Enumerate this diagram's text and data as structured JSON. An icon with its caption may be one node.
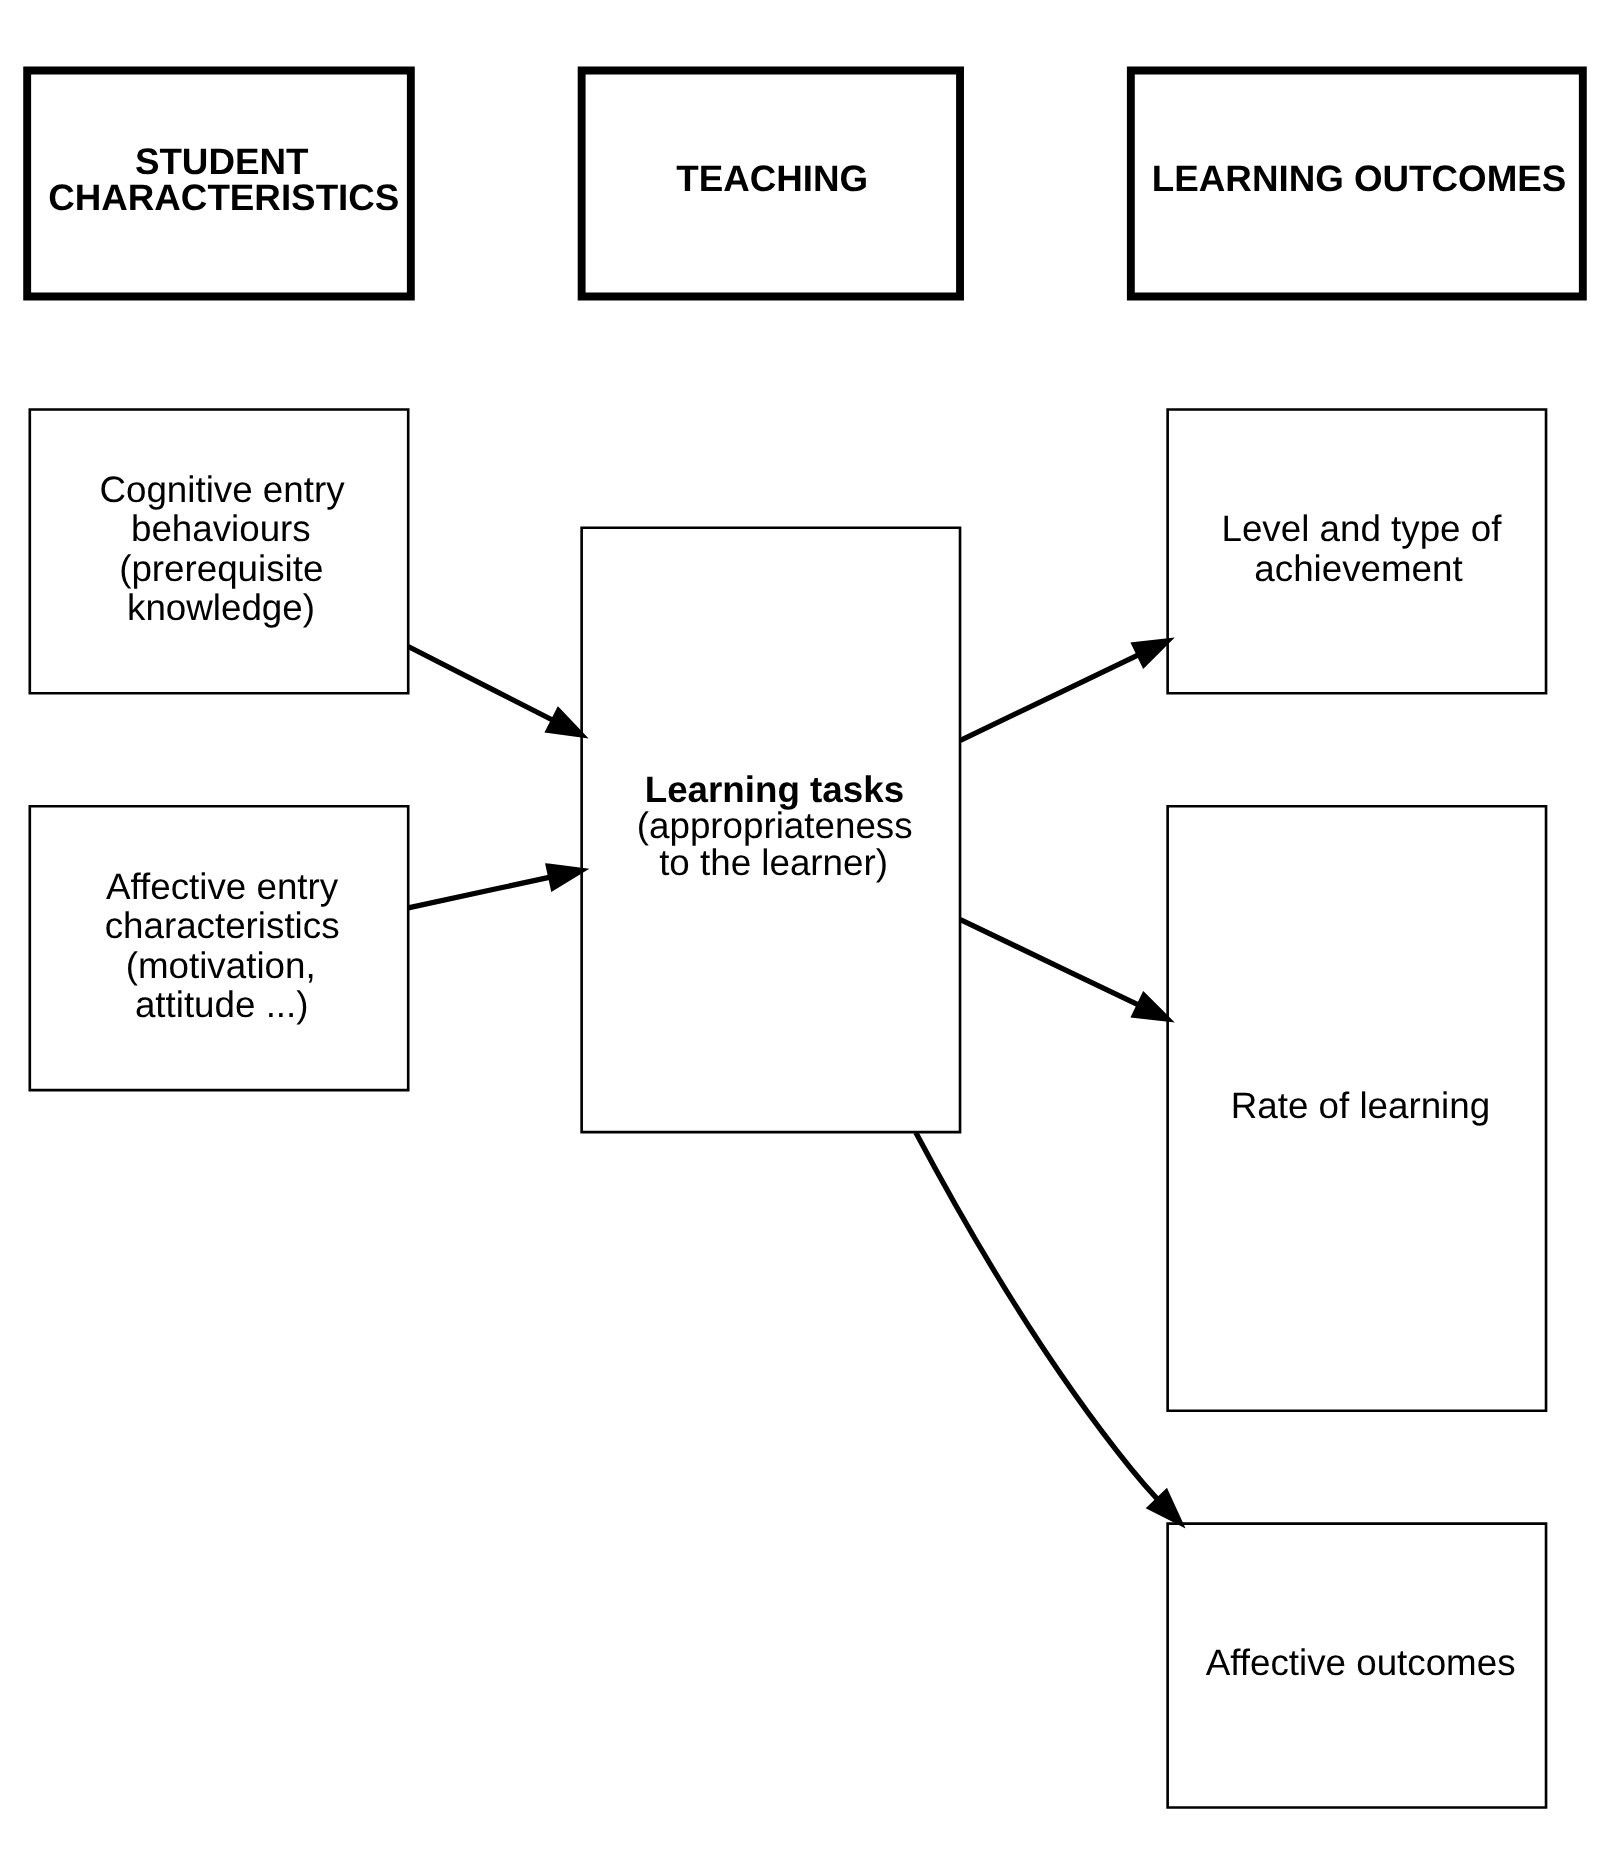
{
  "diagram": {
    "nodes": [
      {
        "text": [
          "STUDENT CHARACTERISTICS"
        ]
      },
      {
        "text": [
          "TEACHING"
        ]
      },
      {
        "text": [
          "LEARNING OUTCOMES"
        ]
      },
      {
        "text": [
          "Cognitive entry behaviours (prerequisite knowledge)"
        ]
      },
      {
        "text": [
          "Level and type of achievement"
        ]
      },
      {
        "text": [
          "Learning tasks",
          "(appropriateness to the learner)"
        ]
      },
      {
        "text": [
          "Rate of learning"
        ]
      },
      {
        "text": [
          "Affective entry characteristics (motivation, attitude ...)"
        ]
      },
      {
        "text": [
          "Affective outcomes"
        ]
      }
    ],
    "edges": [
      {
        "from": 3,
        "to": 5,
        "arrow": "to"
      },
      {
        "from": 5,
        "to": 4,
        "arrow": "to"
      },
      {
        "from": 5,
        "to": 6,
        "arrow": "to"
      },
      {
        "from": 7,
        "to": 5,
        "arrow": "to"
      },
      {
        "from": 5,
        "to": 8,
        "arrow": "to"
      }
    ]
  }
}
